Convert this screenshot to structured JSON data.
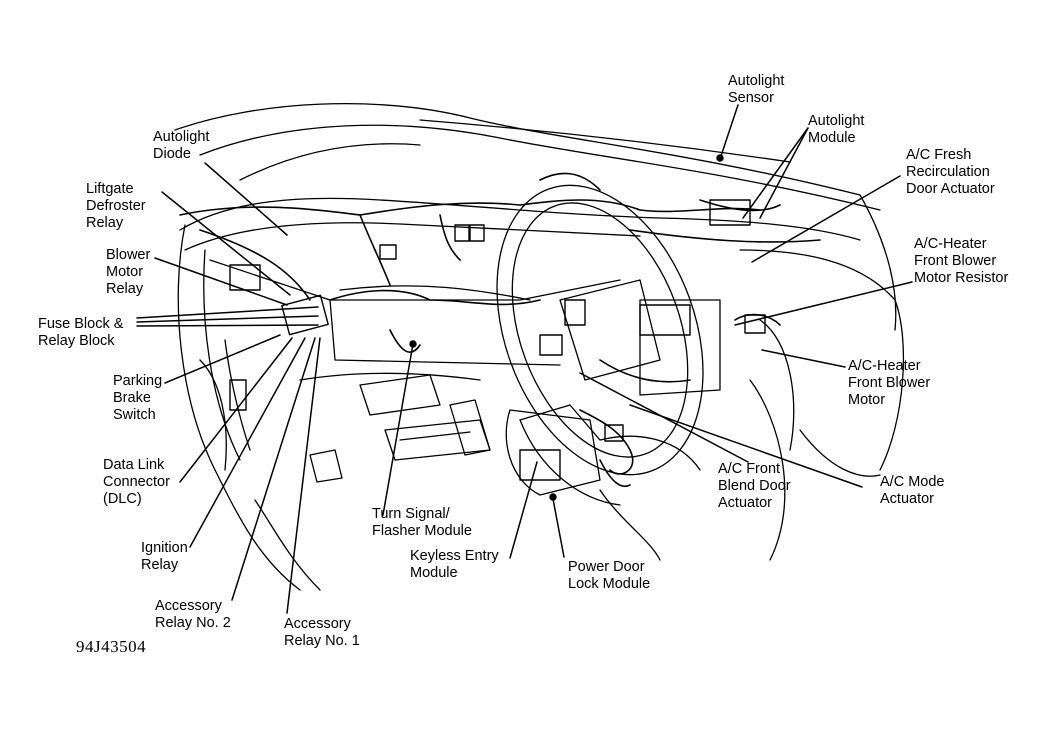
{
  "figure": {
    "id": "94J43504"
  },
  "labels": {
    "autolight_sensor": [
      "Autolight",
      "Sensor"
    ],
    "autolight_module": [
      "Autolight",
      "Module"
    ],
    "autolight_diode": [
      "Autolight",
      "Diode"
    ],
    "liftgate_defroster_relay": [
      "Liftgate",
      "Defroster",
      "Relay"
    ],
    "blower_motor_relay": [
      "Blower",
      "Motor",
      "Relay"
    ],
    "fuse_block": [
      "Fuse Block &",
      "Relay Block"
    ],
    "parking_brake_switch": [
      "Parking",
      "Brake",
      "Switch"
    ],
    "data_link_connector": [
      "Data Link",
      "Connector",
      "(DLC)"
    ],
    "ignition_relay": [
      "Ignition",
      "Relay"
    ],
    "accessory_relay_2": [
      "Accessory",
      "Relay No. 2"
    ],
    "accessory_relay_1": [
      "Accessory",
      "Relay No. 1"
    ],
    "turn_signal_module": [
      "Turn Signal/",
      "Flasher Module"
    ],
    "keyless_entry_module": [
      "Keyless Entry",
      "Module"
    ],
    "power_door_lock_module": [
      "Power Door",
      "Lock Module"
    ],
    "ac_front_blend_door": [
      "A/C Front",
      "Blend Door",
      "Actuator"
    ],
    "ac_mode_actuator": [
      "A/C Mode",
      "Actuator"
    ],
    "ac_heater_blower_motor": [
      "A/C-Heater",
      "Front Blower",
      "Motor"
    ],
    "ac_heater_blower_resistor": [
      "A/C-Heater",
      "Front Blower",
      "Motor Resistor"
    ],
    "ac_fresh_recirc_actuator": [
      "A/C Fresh",
      "Recirculation",
      "Door Actuator"
    ]
  }
}
